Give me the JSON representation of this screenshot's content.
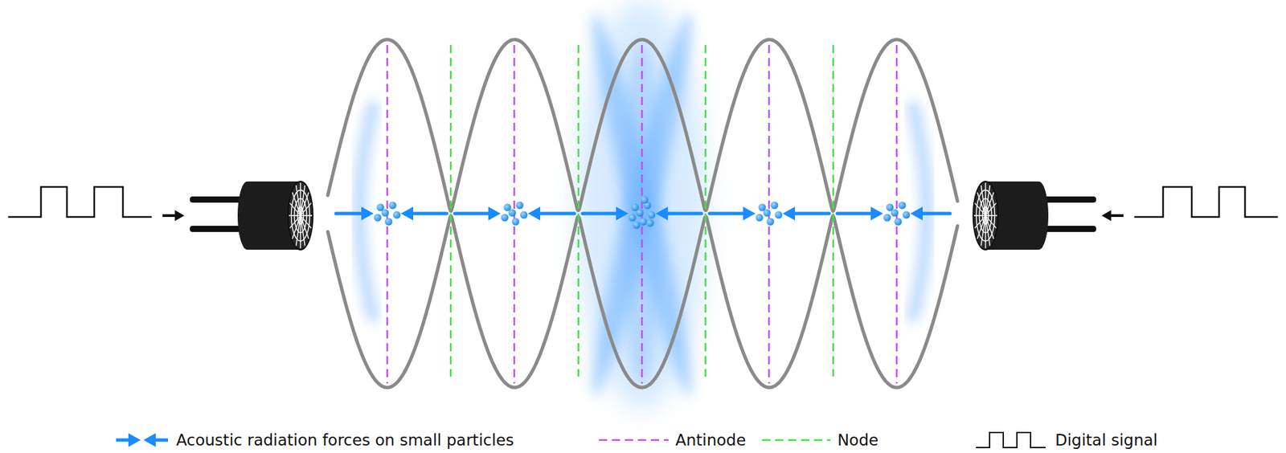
{
  "diagram": {
    "legend": [
      {
        "text": "Acoustic radiation forces on small particles"
      },
      {
        "text": "Antinode"
      },
      {
        "text": "Node"
      },
      {
        "text": "Digital signal"
      }
    ]
  }
}
